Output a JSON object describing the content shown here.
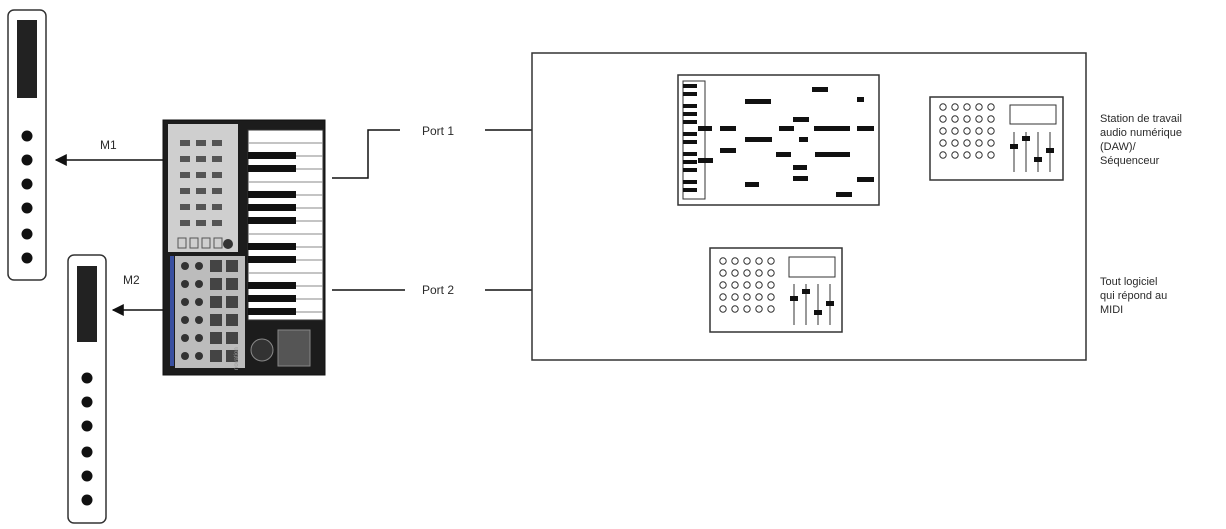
{
  "labels": {
    "m1": "M1",
    "m2": "M2",
    "port1": "Port 1",
    "port2": "Port 2",
    "daw": "Station de travail\naudio numérique\n(DAW)/\nSéquenceur",
    "any_software": "Tout logiciel\nqui répond au\nMIDI"
  },
  "keyboard": {
    "brand": "novation"
  },
  "colors": {
    "line": "#111111",
    "panel": "#d9d9d9",
    "strip": "#3a50a0"
  }
}
